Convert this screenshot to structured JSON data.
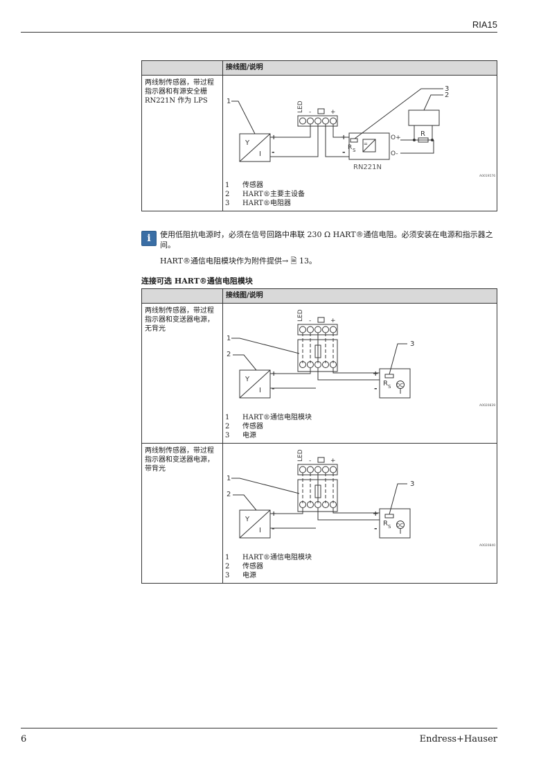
{
  "header": {
    "product": "RIA15"
  },
  "table1": {
    "header": "接线图/说明",
    "rows": [
      {
        "description": "两线制传感器，带过程指示器和有源安全栅 RN221N 作为 LPS",
        "figure_id": "A0019576",
        "diagram_labels": {
          "led": "LED",
          "y": "Y",
          "i": "I",
          "rs": "R",
          "rs_sub": "S",
          "r": "R",
          "o_plus": "O+",
          "o_minus": "O-",
          "device": "RN221N",
          "c1": "1",
          "c2": "2",
          "c3": "3",
          "plus": "+",
          "minus": "-",
          "eq": "="
        },
        "legend": [
          {
            "n": "1",
            "text": "传感器"
          },
          {
            "n": "2",
            "text": "HART®主要主设备"
          },
          {
            "n": "3",
            "text": "HART®电阻器"
          }
        ]
      }
    ]
  },
  "note": {
    "icon": "info-icon",
    "text": "使用低阻抗电源时，必须在信号回路中串联 230 Ω HART®通信电阻。必须安装在电源和指示器之间。",
    "line2": "HART®通信电阻模块作为附件提供→ 🗎 13。"
  },
  "section_heading": "连接可选 HART®通信电阻模块",
  "table2": {
    "header": "接线图/说明",
    "rows": [
      {
        "description": "两线制传感器，带过程指示器和变送器电源，无背光",
        "figure_id": "A0020839",
        "diagram_labels": {
          "led": "LED",
          "y": "Y",
          "i": "I",
          "rs": "R",
          "rs_sub": "S",
          "dc": "DC",
          "c1": "1",
          "c2": "2",
          "c3": "3",
          "plus": "+",
          "minus": "-"
        },
        "legend": [
          {
            "n": "1",
            "text": "HART®通信电阻模块"
          },
          {
            "n": "2",
            "text": "传感器"
          },
          {
            "n": "3",
            "text": "电源"
          }
        ]
      },
      {
        "description": "两线制传感器，带过程指示器和变送器电源，带背光",
        "figure_id": "A0020840",
        "diagram_labels": {
          "led": "LED",
          "y": "Y",
          "i": "I",
          "rs": "R",
          "rs_sub": "S",
          "dc": "DC",
          "c1": "1",
          "c2": "2",
          "c3": "3",
          "plus": "+",
          "minus": "-"
        },
        "legend": [
          {
            "n": "1",
            "text": "HART®通信电阻模块"
          },
          {
            "n": "2",
            "text": "传感器"
          },
          {
            "n": "3",
            "text": "电源"
          }
        ]
      }
    ]
  },
  "footer": {
    "page": "6",
    "brand": "Endress+Hauser"
  }
}
